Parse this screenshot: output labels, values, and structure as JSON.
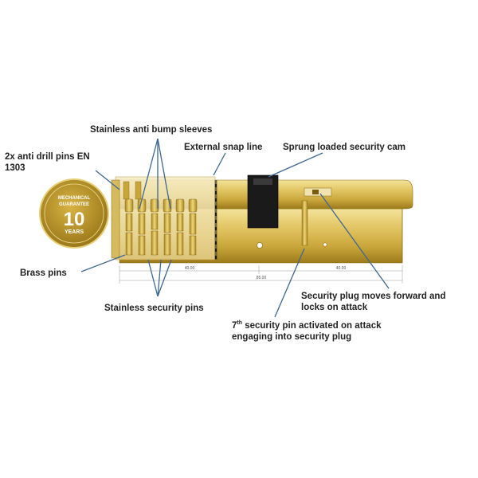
{
  "labels": {
    "anti_bump_sleeves": "Stainless anti bump sleeves",
    "anti_drill_pins_line1": "2x anti drill pins EN",
    "anti_drill_pins_line2": "1303",
    "external_snap_line": "External snap line",
    "sprung_cam": "Sprung loaded security cam",
    "brass_pins": "Brass pins",
    "stainless_security_pins": "Stainless security pins",
    "security_plug_line1": "Security  plug moves forward and",
    "security_plug_line2": "locks on attack",
    "seventh_pin_ordinal": "7",
    "seventh_pin_sup": "th",
    "seventh_pin_line1_rest": " security pin activated on attack",
    "seventh_pin_line2": "engaging into security plug"
  },
  "badge": {
    "line1": "MECHANICAL",
    "line2": "GUARANTEE",
    "number": "10",
    "unit": "YEARS"
  },
  "dimensions": {
    "left_length": "40.00",
    "right_length": "40.00",
    "total_length": "85.00"
  },
  "colors": {
    "brass_light": "#e9d27a",
    "brass_mid": "#c9a63a",
    "brass_dark": "#8a6a12",
    "badge_gold": "#b8942a",
    "leader_line": "#3f6790",
    "cam_black": "#1a1a1a"
  }
}
